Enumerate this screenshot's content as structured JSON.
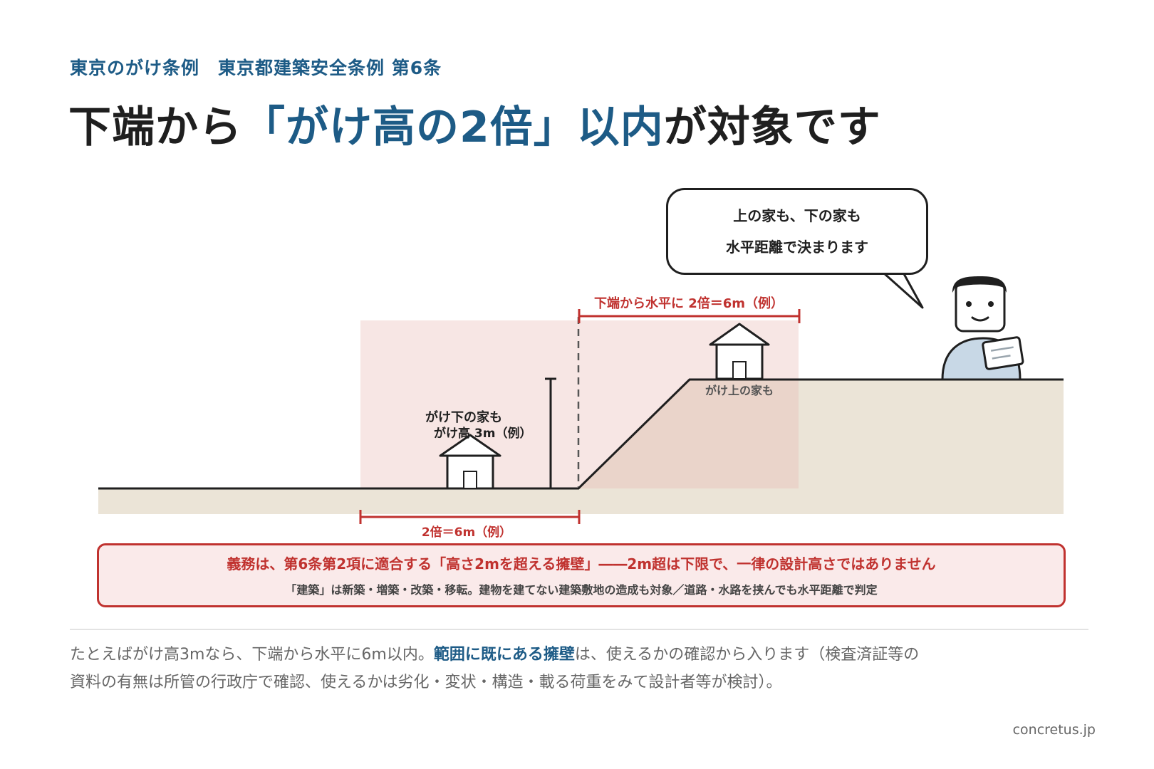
{
  "header": {
    "kicker": "東京のがけ条例　東京都建築安全条例 第6条",
    "headline_pre": "下端から",
    "headline_hl1": "「がけ高の2倍」",
    "headline_hl2": "以内",
    "headline_post": "が対象です"
  },
  "diagram": {
    "bubble_line1": "上の家も、下の家も",
    "bubble_line2": "水平距離で決まります",
    "upper_dim_label": "下端から水平に 2倍＝6m（例）",
    "lower_dim_label": "2倍＝6m（例）",
    "lower_house_label": "がけ下の家も",
    "height_label": "がけ高 3m（例）",
    "upper_house_label": "がけ上の家も"
  },
  "note": {
    "main": "義務は、第6条第2項に適合する「高さ2mを超える擁壁」――2m超は下限で、一律の設計高さではありません",
    "sub": "「建築」は新築・増築・改築・移転。建物を建てない建築敷地の造成も対象／道路・水路を挟んでも水平距離で判定"
  },
  "body": {
    "text_pre": "たとえばがけ高3mなら、下端から水平に6m以内。",
    "text_em": "範囲に既にある擁壁",
    "text_post": "は、使えるかの確認から入ります（検査済証等の資料の有無は所管の行政庁で確認、使えるかは劣化・変状・構造・載る荷重をみて設計者等が検討）。"
  },
  "footer": {
    "source": "concretus.jp"
  },
  "colors": {
    "accent_blue": "#1d5b86",
    "alert_red": "#c0322f",
    "zone_pink": "#f3dede",
    "ground_beige": "#ebe4d7",
    "ink": "#1f1f1f"
  }
}
